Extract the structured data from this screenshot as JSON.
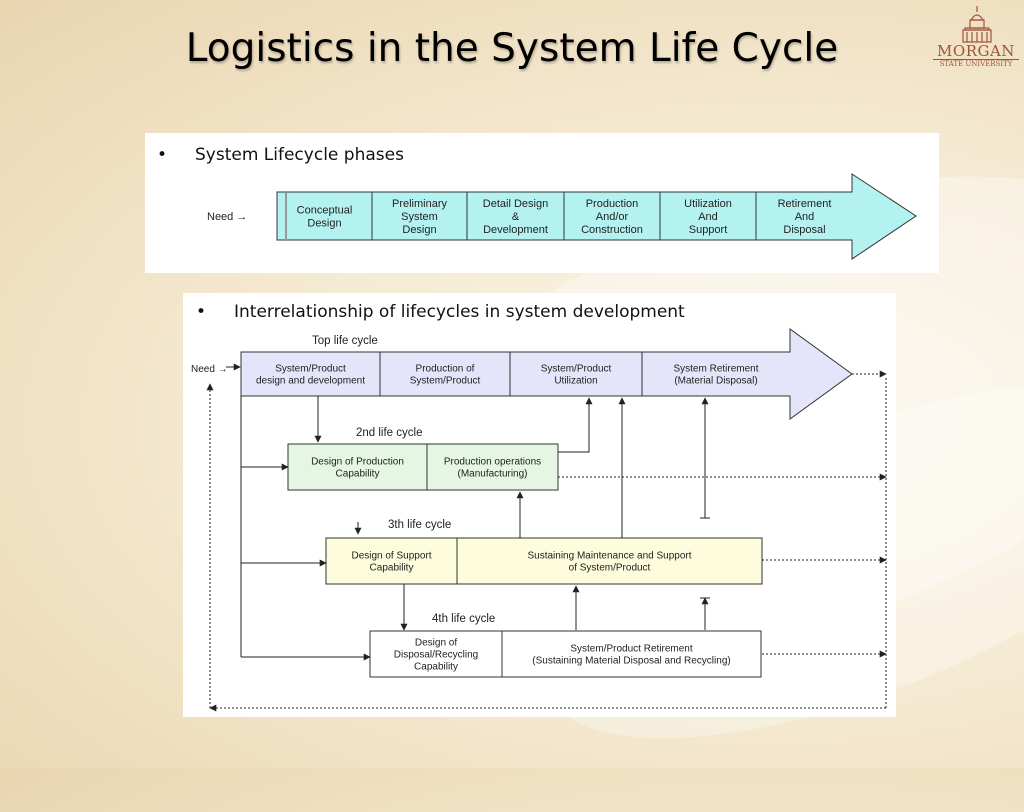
{
  "slide": {
    "title": "Logistics in the System Life Cycle"
  },
  "logo": {
    "name": "MORGAN",
    "subtitle": "STATE UNIVERSITY"
  },
  "colors": {
    "phase_fill": "#b3f2f0",
    "top_cycle_fill": "#e4e4fb",
    "second_cycle_fill": "#e5f7e3",
    "third_cycle_fill": "#fdfcdc",
    "fourth_cycle_fill": "#ffffff"
  },
  "section1": {
    "bullet": "•",
    "label": "System Lifecycle phases",
    "need_label": "Need →",
    "phases": [
      {
        "lines": [
          "Conceptual",
          "Design"
        ]
      },
      {
        "lines": [
          "Preliminary",
          "System",
          "Design"
        ]
      },
      {
        "lines": [
          "Detail Design",
          "&",
          "Development"
        ]
      },
      {
        "lines": [
          "Production",
          "And/or",
          "Construction"
        ]
      },
      {
        "lines": [
          "Utilization",
          "And",
          "Support"
        ]
      },
      {
        "lines": [
          "Retirement",
          "And",
          "Disposal"
        ]
      }
    ]
  },
  "section2": {
    "bullet": "•",
    "label": "Interrelationship of lifecycles in system development",
    "need_label": "Need →",
    "top_cycle": {
      "title": "Top life cycle",
      "boxes": [
        {
          "lines": [
            "System/Product",
            "design and development"
          ]
        },
        {
          "lines": [
            "Production of",
            "System/Product"
          ]
        },
        {
          "lines": [
            "System/Product",
            "Utilization"
          ]
        },
        {
          "lines": [
            "System Retirement",
            "(Material Disposal)"
          ]
        }
      ]
    },
    "second_cycle": {
      "title": "2nd life cycle",
      "boxes": [
        {
          "lines": [
            "Design of Production",
            "Capability"
          ]
        },
        {
          "lines": [
            "Production operations",
            "(Manufacturing)"
          ]
        }
      ]
    },
    "third_cycle": {
      "title": "3th life cycle",
      "boxes": [
        {
          "lines": [
            "Design of Support",
            "Capability"
          ]
        },
        {
          "lines": [
            "Sustaining Maintenance and Support",
            "of System/Product"
          ]
        }
      ]
    },
    "fourth_cycle": {
      "title": "4th life cycle",
      "boxes": [
        {
          "lines": [
            "Design of",
            "Disposal/Recycling",
            "Capability"
          ]
        },
        {
          "lines": [
            "System/Product Retirement",
            "(Sustaining Material Disposal and Recycling)"
          ]
        }
      ]
    }
  }
}
